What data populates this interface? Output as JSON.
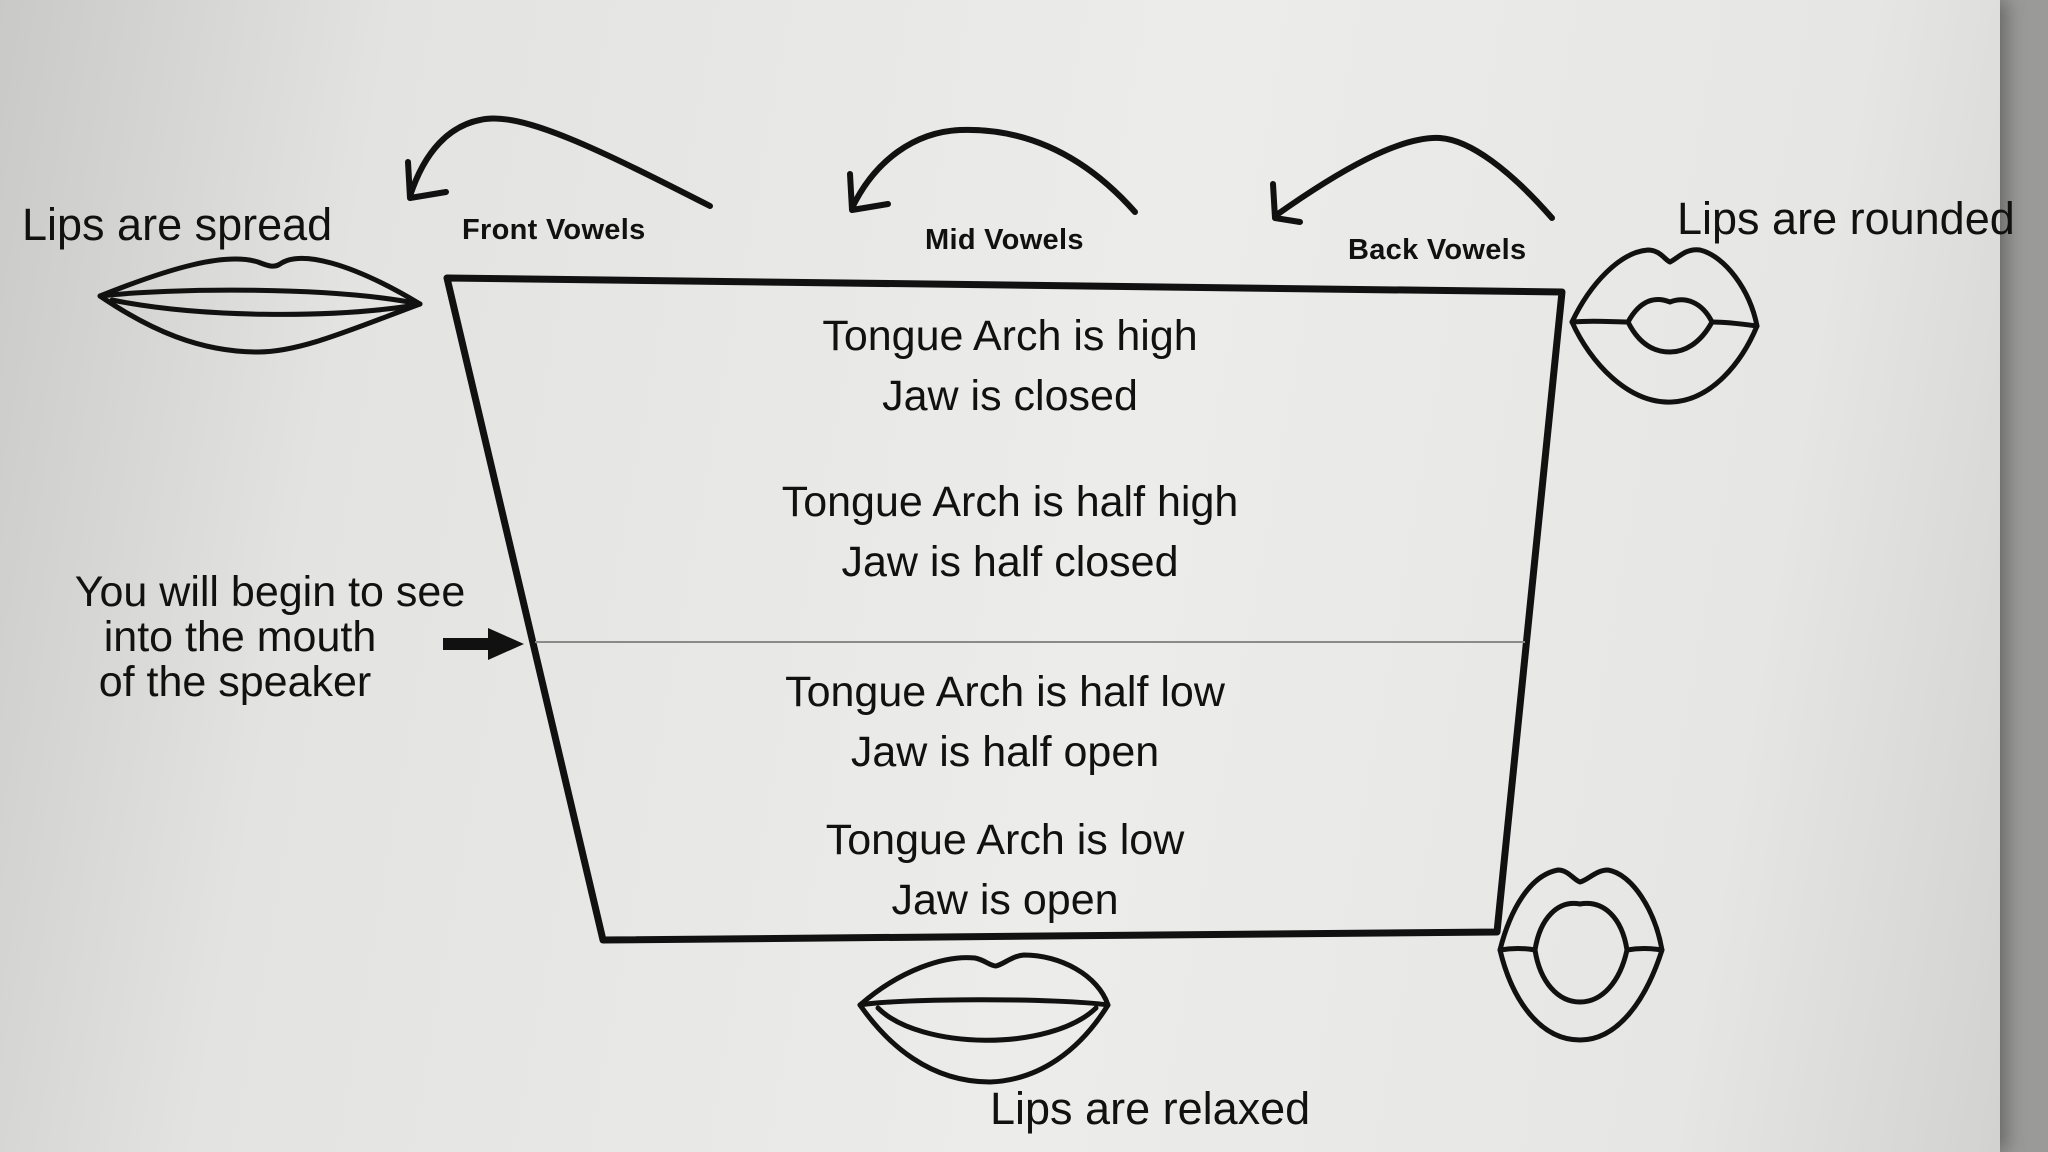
{
  "columns": {
    "front": "Front Vowels",
    "mid": "Mid Vowels",
    "back": "Back Vowels"
  },
  "lip_labels": {
    "spread": "Lips are spread",
    "rounded": "Lips are rounded",
    "relaxed": "Lips are relaxed"
  },
  "zones": [
    {
      "tongue": "Tongue Arch is high",
      "jaw": "Jaw is closed"
    },
    {
      "tongue": "Tongue Arch is half high",
      "jaw": "Jaw is half closed"
    },
    {
      "tongue": "Tongue Arch is half low",
      "jaw": "Jaw is half open"
    },
    {
      "tongue": "Tongue Arch is low",
      "jaw": "Jaw is open"
    }
  ],
  "note": {
    "line1": "You will begin to see",
    "line2": "into the mouth",
    "line3": "of the speaker"
  }
}
